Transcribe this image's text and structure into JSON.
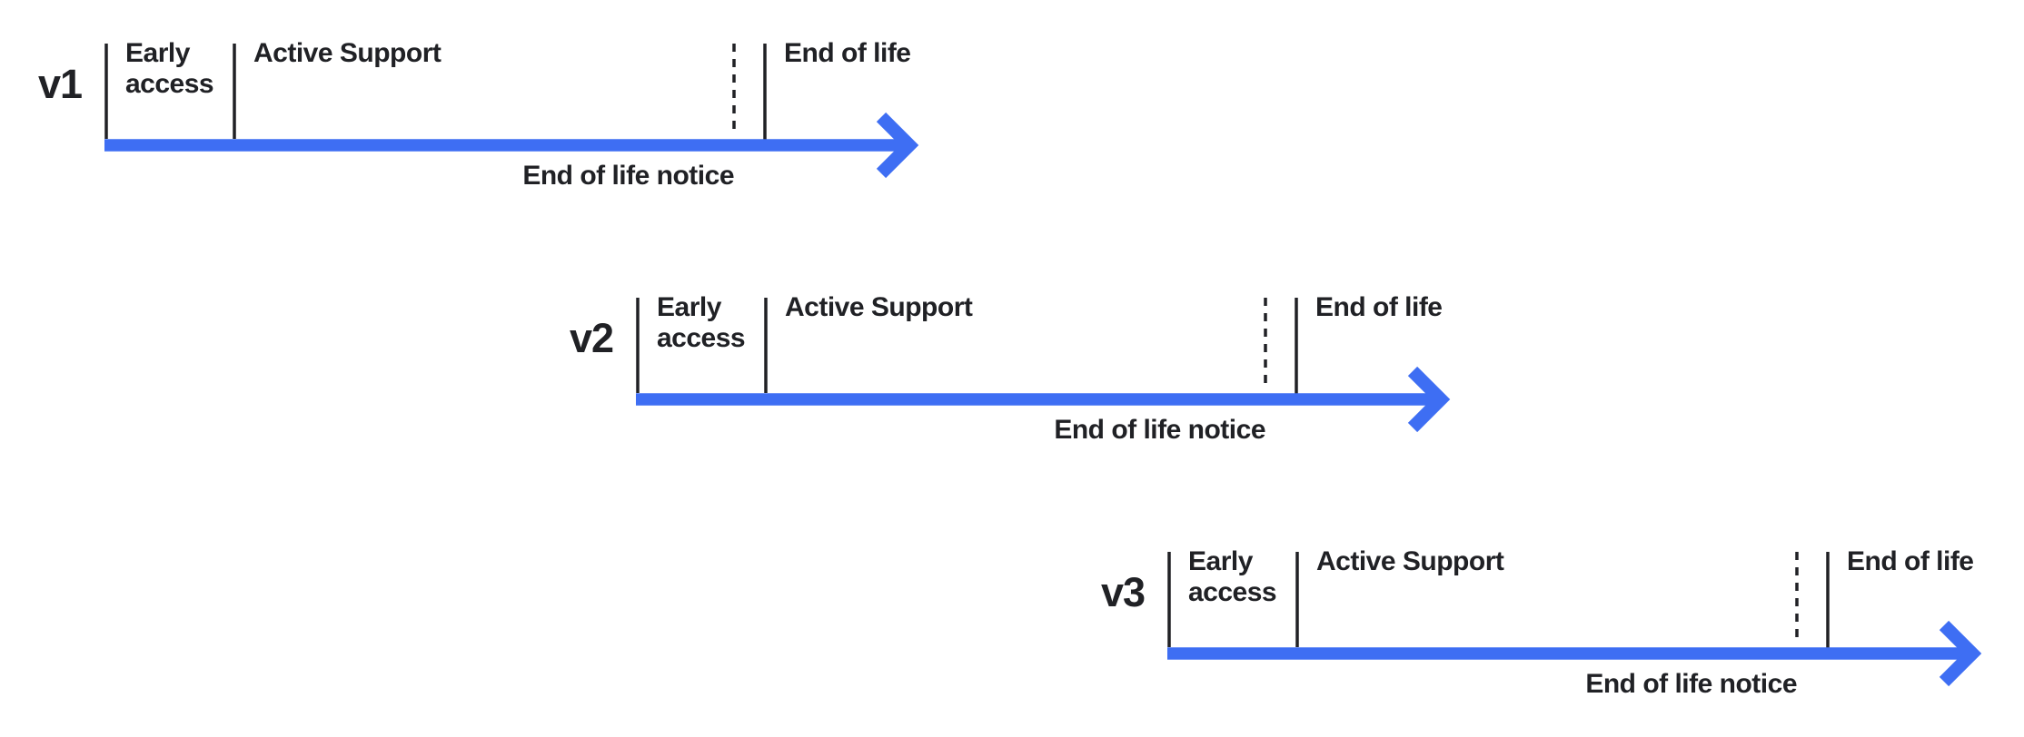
{
  "colors": {
    "arrow": "#3E6EF3",
    "line": "#202125",
    "background": "#FFFFFF"
  },
  "timelines": [
    {
      "version": "v1",
      "labels": {
        "early_access": "Early access",
        "active_support": "Active Support",
        "end_of_life": "End of life",
        "eol_notice": "End of life notice"
      }
    },
    {
      "version": "v2",
      "labels": {
        "early_access": "Early access",
        "active_support": "Active Support",
        "end_of_life": "End of life",
        "eol_notice": "End of life notice"
      }
    },
    {
      "version": "v3",
      "labels": {
        "early_access": "Early access",
        "active_support": "Active Support",
        "end_of_life": "End of life",
        "eol_notice": "End of life notice"
      }
    }
  ]
}
